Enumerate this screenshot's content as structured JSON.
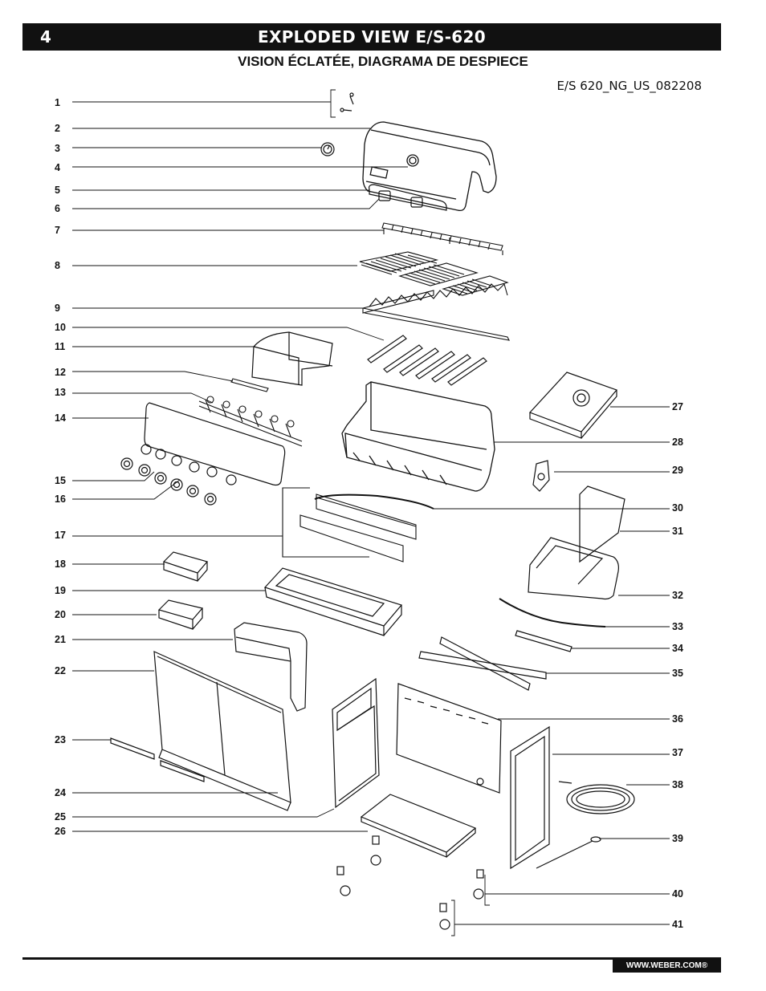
{
  "header": {
    "page_number": "4",
    "title": "EXPLODED VIEW E/S-620",
    "subtitle": "VISION ÉCLATÉE, DIAGRAMA DE DESPIECE",
    "model_code": "E/S 620_NG_US_082208"
  },
  "callouts_left": [
    "1",
    "2",
    "3",
    "4",
    "5",
    "6",
    "7",
    "8",
    "9",
    "10",
    "11",
    "12",
    "13",
    "14",
    "15",
    "16",
    "17",
    "18",
    "19",
    "20",
    "21",
    "22",
    "23",
    "24",
    "25",
    "26"
  ],
  "callouts_right": [
    "27",
    "28",
    "29",
    "30",
    "31",
    "32",
    "33",
    "34",
    "35",
    "36",
    "37",
    "38",
    "39",
    "40",
    "41"
  ],
  "footer": {
    "url": "WWW.WEBER.COM®"
  }
}
